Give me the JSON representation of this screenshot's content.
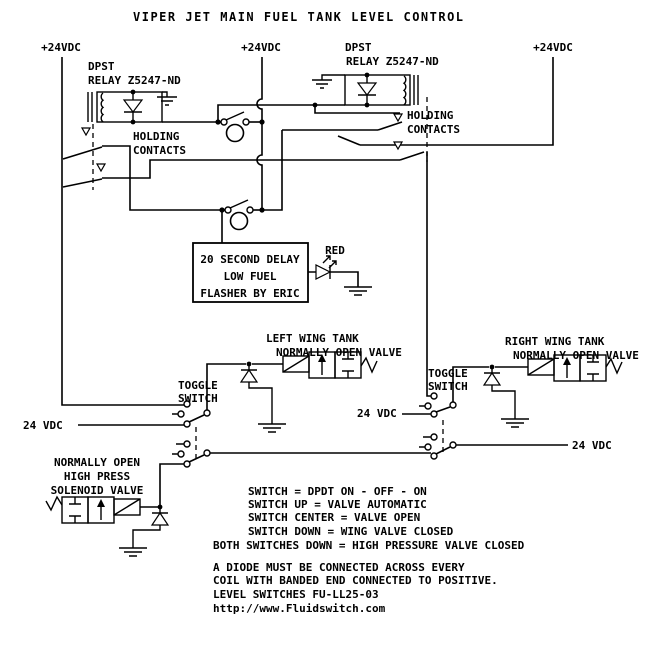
{
  "title": "VIPER JET MAIN FUEL TANK LEVEL CONTROL",
  "colors": {
    "ink": "#000000",
    "background": "#ffffff",
    "led_color_name": "RED"
  },
  "supplies": {
    "top_left": "+24VDC",
    "top_mid": "+24VDC",
    "top_right": "+24VDC",
    "left_24": "24 VDC",
    "mid_24": "24 VDC",
    "right_24": "24 VDC"
  },
  "relay_left": {
    "line1": "DPST",
    "line2": "RELAY Z5247-ND"
  },
  "relay_right": {
    "line1": "DPST",
    "line2": "RELAY Z5247-ND"
  },
  "holding_left": {
    "line1": "HOLDING",
    "line2": "CONTACTS"
  },
  "holding_right": {
    "line1": "HOLDING",
    "line2": "CONTACTS"
  },
  "flasher": {
    "line1": "20 SECOND DELAY",
    "line2": "LOW FUEL",
    "line3": "FLASHER BY ERIC",
    "led_label": "RED"
  },
  "left_valve": {
    "line1": "LEFT WING TANK",
    "line2": "NORMALLY OPEN VALVE"
  },
  "right_valve": {
    "line1": "RIGHT WING TANK",
    "line2": "NORMALLY OPEN VALVE"
  },
  "hp_valve": {
    "line1": "NORMALLY OPEN",
    "line2": "HIGH PRESS",
    "line3": "SOLENOID VALVE"
  },
  "toggle_left": {
    "line1": "TOGGLE",
    "line2": "SWITCH"
  },
  "toggle_right": {
    "line1": "TOGGLE",
    "line2": "SWITCH"
  },
  "legend": [
    "SWITCH = DPDT ON - OFF - ON",
    "SWITCH UP = VALVE AUTOMATIC",
    "SWITCH CENTER = VALVE OPEN",
    "SWITCH DOWN = WING VALVE CLOSED",
    "BOTH SWITCHES DOWN = HIGH PRESSURE VALVE CLOSED"
  ],
  "notes": [
    "A DIODE MUST BE CONNECTED ACROSS EVERY",
    "COIL WITH BANDED END CONNECTED TO POSITIVE.",
    "LEVEL SWITCHES  FU-LL25-03",
    "http://www.Fluidswitch.com"
  ]
}
